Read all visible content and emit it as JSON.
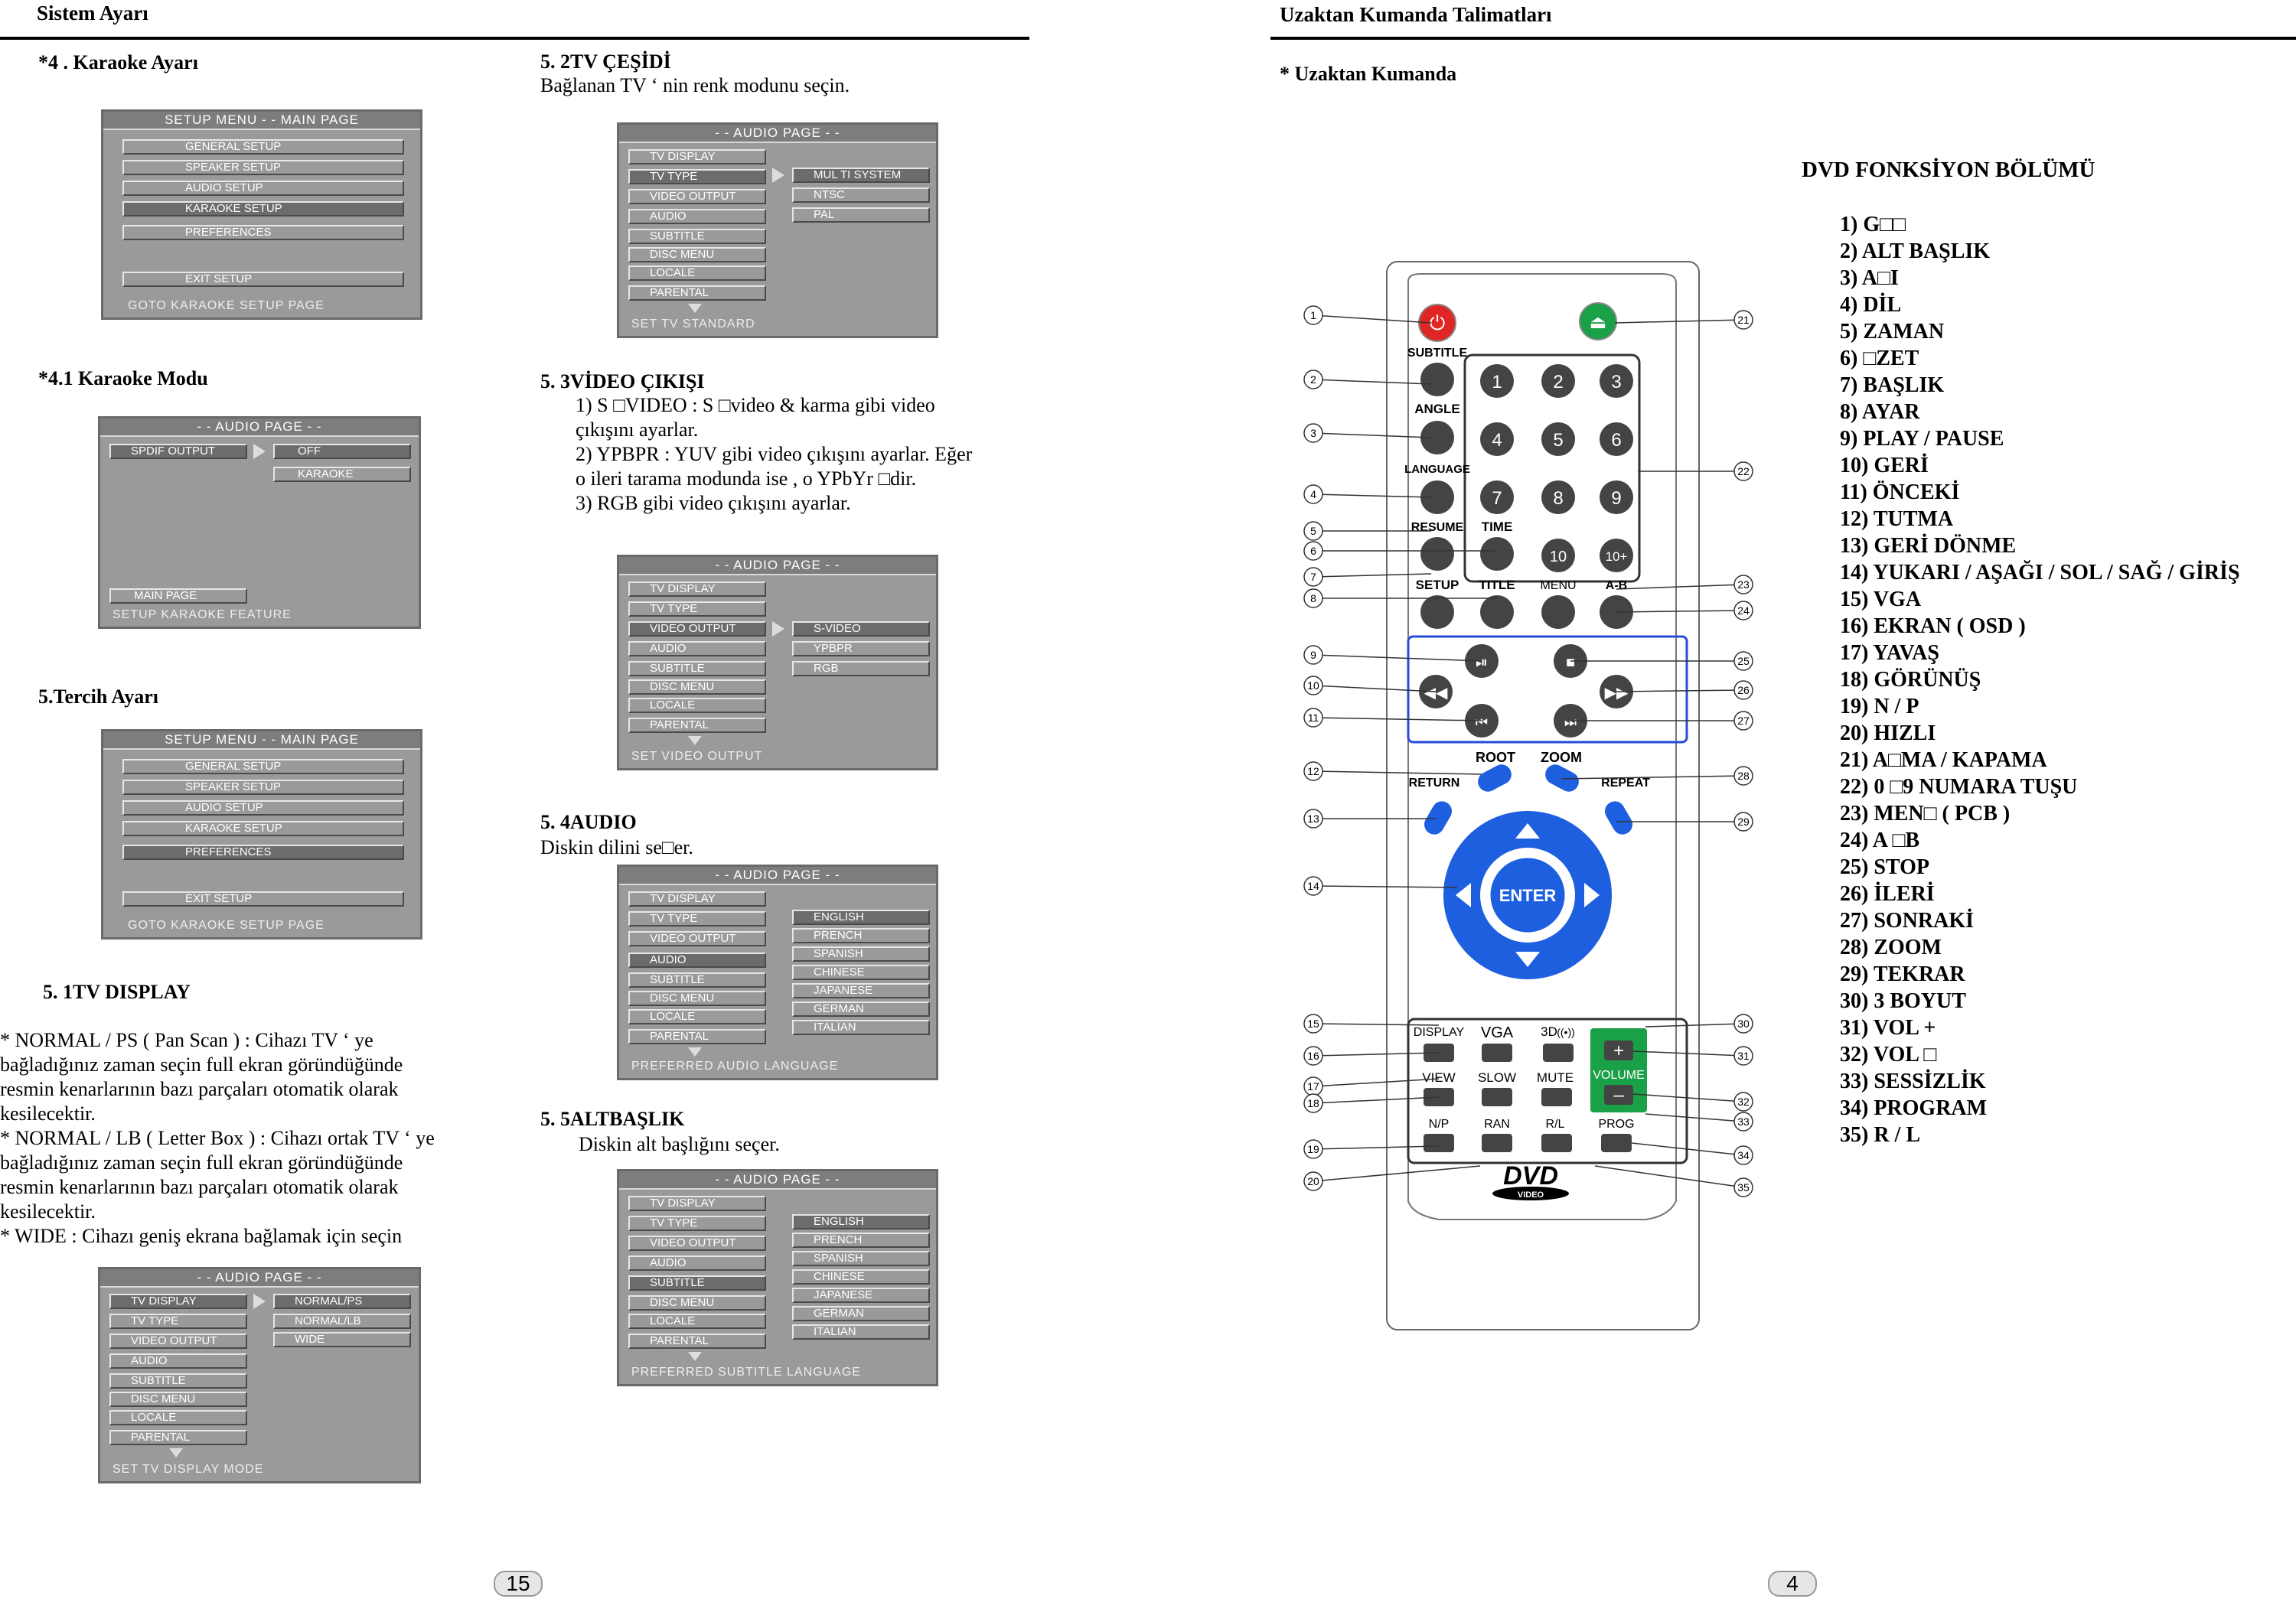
{
  "left": {
    "header": "Sistem Ayarı",
    "karaoke_title": "*4 . Karaoke Ayarı",
    "karaoke_mode_title": "*4.1 Karaoke Modu",
    "pref_title": "5.Tercih Ayarı",
    "tv_display_title": "5.    1TV DISPLAY",
    "tv_display_notes": [
      "* NORMAL / PS ( Pan Scan ) : Cihazı TV ‘ ye",
      "bağladığınız zaman seçin  full ekran göründüğünde",
      "resmin kenarlarının bazı parçaları otomatik olarak",
      "kesilecektir.",
      "* NORMAL / LB  ( Letter Box ) : Cihazı ortak    TV ‘ ye",
      "bağladığınız zaman seçin  full ekran göründüğünde",
      "resmin kenarlarının bazı parçaları otomatik olarak",
      "kesilecektir.",
      "* WIDE :  Cihazı geniş ekrana bağlamak için seçin"
    ],
    "tvtype_title": "5.    2TV ÇEŞİDİ",
    "tvtype_desc": "Bağlanan  TV ‘ nin renk modunu seçin.",
    "video_title": "5.    3VİDEO ÇIKIŞI",
    "video_items": [
      "1)    S □VIDEO : S □video & karma gibi video",
      "        çıkışını ayarlar.",
      "2)    YPBPR : YUV gibi video çıkışını ayarlar. Eğer",
      "        o ileri tarama modunda ise ,  o    YPbYr □dir.",
      "3)    RGB gibi video çıkışını ayarlar."
    ],
    "audio_title": "5.   4AUDIO",
    "audio_desc": "Diskin dilini se□er.",
    "subtitle_title": "5.   5ALTBAŞLIK",
    "subtitle_desc": "Diskin alt başlığını seçer.",
    "page_number": "15"
  },
  "menus": {
    "setup_main_title": "SETUP MENU   - -  MAIN PAGE",
    "setup_items": [
      "GENERAL SETUP",
      "SPEAKER SETUP",
      "AUDIO SETUP",
      "KARAOKE SETUP",
      "PREFERENCES"
    ],
    "exit": "EXIT SETUP",
    "goto_karaoke": "GOTO KARAOKE SETUP PAGE",
    "audio_page_title": "- -  AUDIO PAGE  - -",
    "spdif": "SPDIF OUTPUT",
    "off": "OFF",
    "karaoke": "KARAOKE",
    "main_page": "MAIN PAGE",
    "setup_karaoke_feature": "SETUP KARAOKE FEATURE",
    "pref_items": [
      "TV DISPLAY",
      "TV TYPE",
      "VIDEO OUTPUT",
      "AUDIO",
      "SUBTITLE",
      "DISC MENU",
      "LOCALE",
      "PARENTAL"
    ],
    "tvdisplay_opts": [
      "NORMAL/PS",
      "NORMAL/LB",
      "WIDE"
    ],
    "tvdisplay_foot": "SET TV DISPLAY MODE",
    "tvtype_opts": [
      "MUL TI SYSTEM",
      "NTSC",
      "PAL"
    ],
    "tvtype_foot": "SET TV STANDARD",
    "video_opts": [
      "S-VIDEO",
      "YPBPR",
      "RGB"
    ],
    "video_foot": "SET VIDEO OUTPUT",
    "lang_opts": [
      "ENGLISH",
      "PRENCH",
      "SPANISH",
      "CHINESE",
      "JAPANESE",
      "GERMAN",
      "ITALIAN"
    ],
    "audio_foot": "PREFERRED AUDIO LANGUAGE",
    "subtitle_foot": "PREFERRED SUBTITLE LANGUAGE"
  },
  "right": {
    "header": "Uzaktan Kumanda Talimatları",
    "remote_title": "* Uzaktan Kumanda",
    "legend_title": "DVD FONKSİYON BÖLÜMÜ",
    "legend": [
      "1)   G□□",
      "2)   ALT BAŞLIK",
      "3)   A□I",
      "4)   DİL",
      "5)   ZAMAN",
      "6)   □ZET",
      "7)   BAŞLIK",
      "8)   AYAR",
      "9)   PLAY / PAUSE",
      "10) GERİ",
      "11) ÖNCEKİ",
      "12) TUTMA",
      "13) GERİ DÖNME",
      "14) YUKARI / AŞAĞI / SOL / SAĞ / GİRİŞ",
      "15) VGA",
      "16) EKRAN ( OSD )",
      "17) YAVAŞ",
      "18) GÖRÜNÜŞ",
      "19) N / P",
      "20) HIZLI",
      "21) A□MA / KAPAMA",
      "22) 0 □9 NUMARA TUŞU",
      "23) MEN□ ( PCB )",
      "24) A □B",
      "25) STOP",
      "26) İLERİ",
      "27) SONRAKİ",
      "28) ZOOM",
      "29) TEKRAR",
      "30)  3 BOYUT",
      "31) VOL +",
      "32) VOL □",
      "33) SESSİZLİK",
      "34) PROGRAM",
      "35) R / L"
    ],
    "remote_labels": {
      "subtitle": "SUBTITLE",
      "angle": "ANGLE",
      "language": "LANGUAGE",
      "resume": "RESUME",
      "time": "TIME",
      "setup": "SETUP",
      "title": "TITLE",
      "menu": "MENU",
      "ab": "A-B",
      "root": "ROOT",
      "zoom": "ZOOM",
      "return": "RETURN",
      "repeat": "REPEAT",
      "enter": "ENTER",
      "display": "DISPLAY",
      "vga": "VGA",
      "3d": "3D",
      "view": "VIEW",
      "slow": "SLOW",
      "mute": "MUTE",
      "volume": "VOLUME",
      "np": "N/P",
      "ran": "RAN",
      "rl": "R/L",
      "prog": "PROG",
      "dvd": "DVD",
      "video": "VIDEO",
      "n1": "1",
      "n2": "2",
      "n3": "3",
      "n4": "4",
      "n5": "5",
      "n6": "6",
      "n7": "7",
      "n8": "8",
      "n9": "9",
      "n10": "10",
      "n10p": "10+",
      "plus": "+",
      "minus": "–"
    },
    "callouts": [
      "1",
      "2",
      "3",
      "4",
      "5",
      "6",
      "7",
      "8",
      "9",
      "10",
      "11",
      "12",
      "13",
      "14",
      "15",
      "16",
      "17",
      "18",
      "19",
      "20",
      "21",
      "22",
      "23",
      "24",
      "25",
      "26",
      "27",
      "28",
      "29",
      "30",
      "31",
      "32",
      "33",
      "34",
      "35"
    ],
    "page_number": "4"
  }
}
